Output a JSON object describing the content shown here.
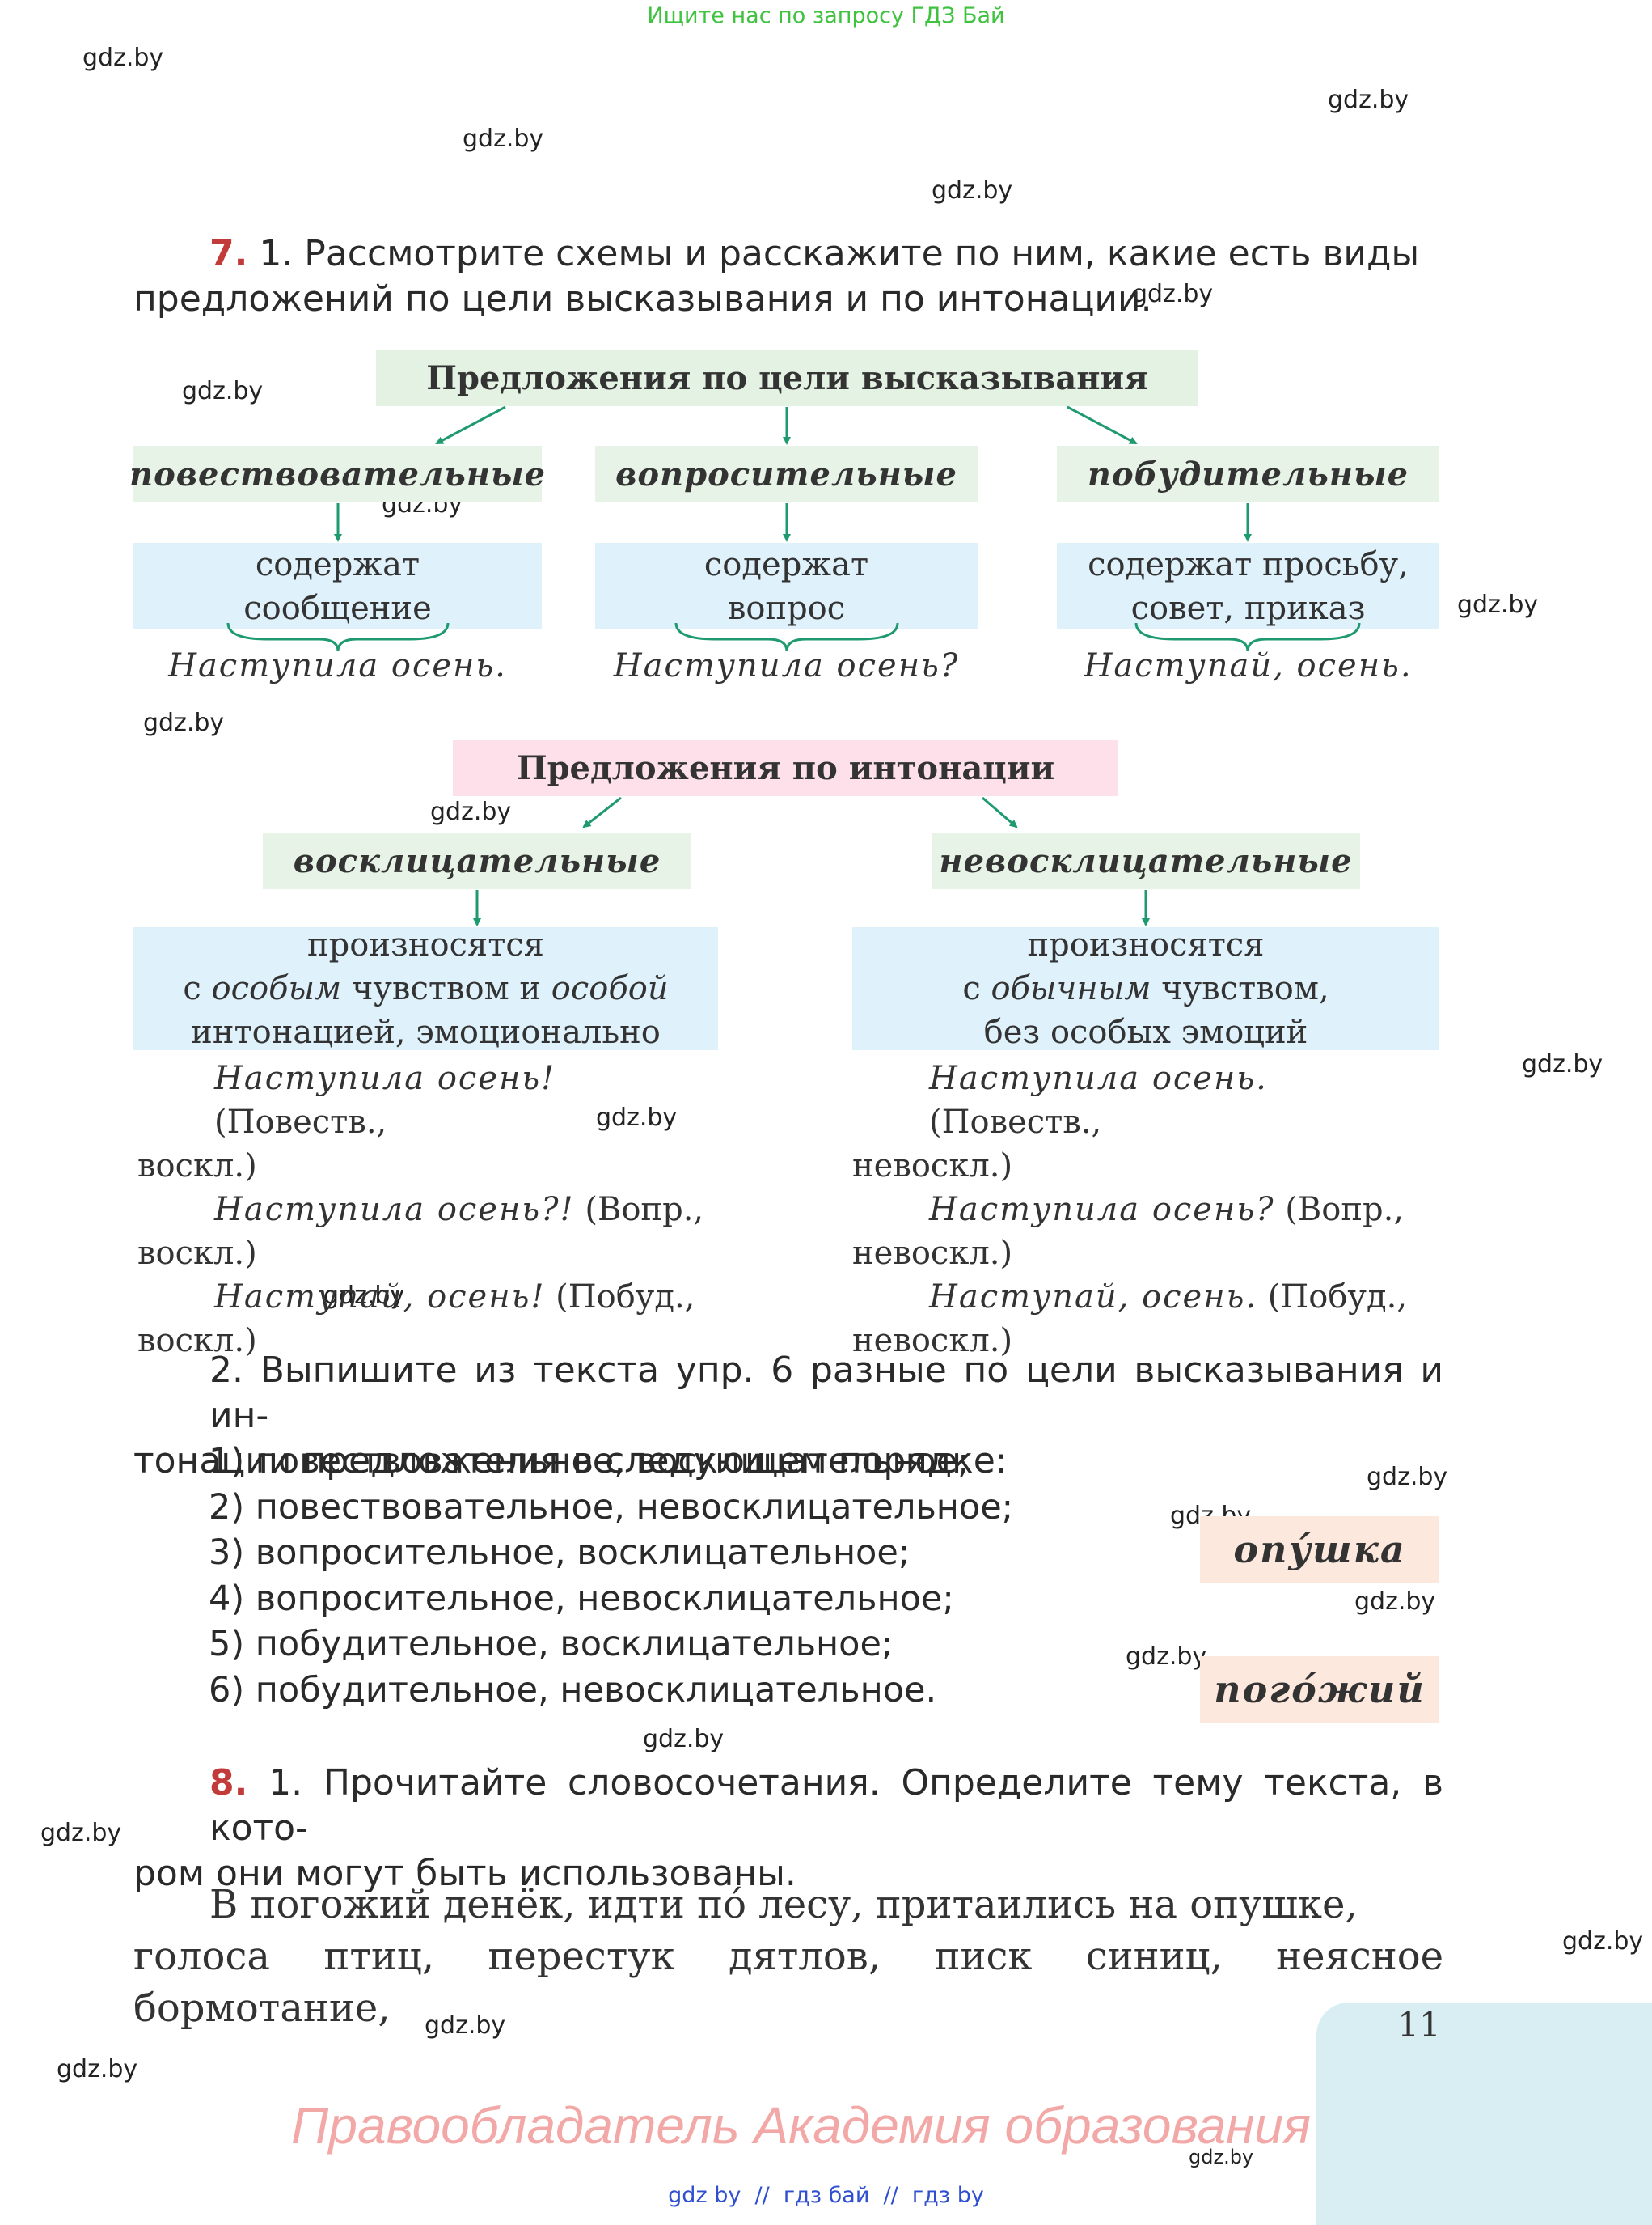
{
  "top_note": "Ищите нас по запросу ГДЗ Бай",
  "watermark": "gdz.by",
  "task7": {
    "number": "7.",
    "line1": "1. Рассмотрите схемы и расскажите по ним, какие есть виды",
    "line2": "предложений по цели высказывания и по интонации."
  },
  "scheme1": {
    "title": "Предложения по цели высказывания",
    "types": [
      {
        "label": "повествовательные",
        "desc": [
          "содержат",
          "сообщение"
        ],
        "example": "Наступила осень."
      },
      {
        "label": "вопросительные",
        "desc": [
          "содержат",
          "вопрос"
        ],
        "example": "Наступила осень?"
      },
      {
        "label": "побудительные",
        "desc": [
          "содержат просьбу,",
          "совет, приказ"
        ],
        "example": "Наступай, осень."
      }
    ]
  },
  "scheme2": {
    "title": "Предложения по интонации",
    "types": [
      {
        "label": "восклицательные",
        "desc": [
          "произносятся",
          "с",
          "особым",
          "чувством и",
          "особой",
          "интонацией, эмоционально"
        ],
        "examples": [
          {
            "sentence": "Наступила осень!",
            "note": "(Повеств.,",
            "note2": "воскл.)"
          },
          {
            "sentence": "Наступила осень?!",
            "note": "(Вопр.,",
            "note2": "воскл.)"
          },
          {
            "sentence": "Наступай, осень!",
            "note": "(Побуд.,",
            "note2": "воскл.)"
          }
        ]
      },
      {
        "label": "невосклицательные",
        "desc": [
          "произносятся",
          "с",
          "обычным",
          "чувством,",
          "без особых эмоций"
        ],
        "examples": [
          {
            "sentence": "Наступила осень.",
            "note": "(Повеств.,",
            "note2": "невоскл.)"
          },
          {
            "sentence": "Наступила осень?",
            "note": "(Вопр.,",
            "note2": "невоскл.)"
          },
          {
            "sentence": "Наступай, осень.",
            "note": "(Побуд.,",
            "note2": "невоскл.)"
          }
        ]
      }
    ]
  },
  "task7_2": {
    "line1": "2. Выпишите из текста упр. 6 разные по цели высказывания и ин-",
    "line2": "тонации предложения в следующем порядке:",
    "items": [
      "1) повествовательное, восклицательное;",
      "2) повествовательное, невосклицательное;",
      "3) вопросительное, восклицательное;",
      "4) вопросительное, невосклицательное;",
      "5) побудительное, восклицательное;",
      "6) побудительное, невосклицательное."
    ]
  },
  "vocab": [
    "опу́шка",
    "пого́жий"
  ],
  "task8": {
    "number": "8.",
    "line1": "1. Прочитайте словосочетания. Определите тему текста, в кото-",
    "line2": "ром они могут быть использованы.",
    "text_line1": "В погожий денёк, идти по́ лесу, притаились на опушке,",
    "text_line2": "голоса птиц, перестук дятлов, писк синиц, неясное бормотание,"
  },
  "page_number": "11",
  "rights": "Правообладатель Академия образования",
  "footer": "gdz by  //  гдз бай  //  гдз by"
}
